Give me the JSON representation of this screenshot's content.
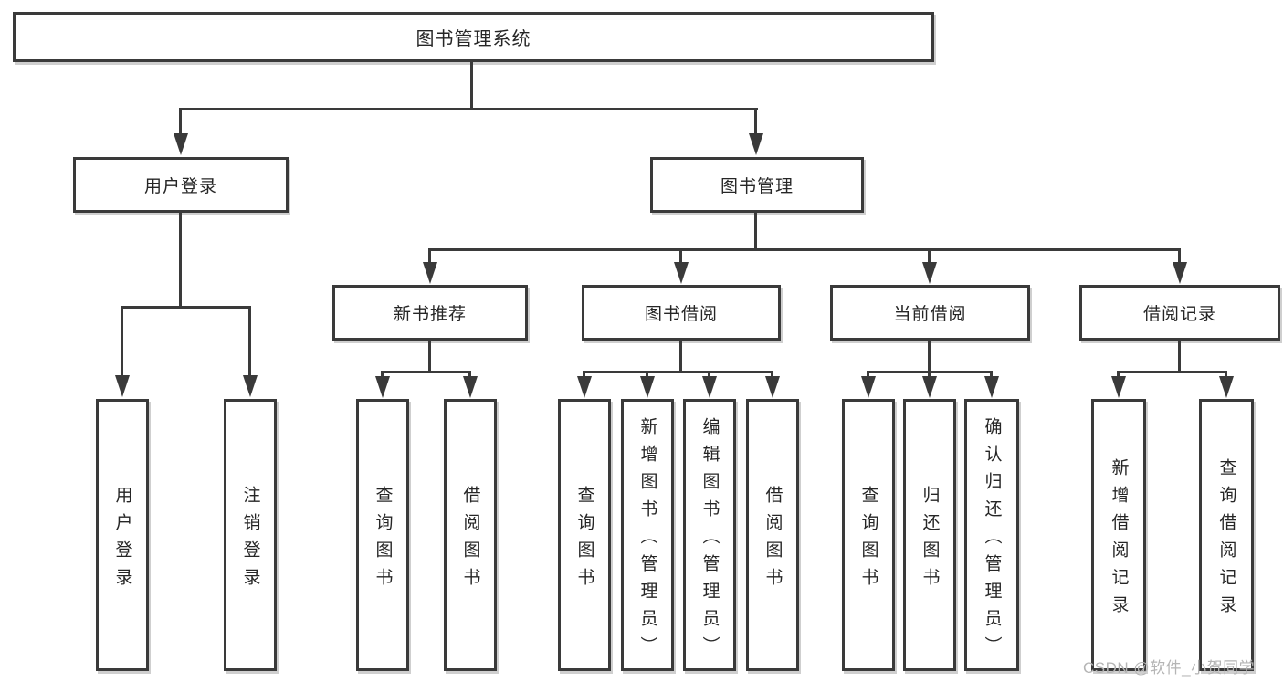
{
  "tree": {
    "root": "图书管理系统",
    "branches": [
      {
        "label": "用户登录",
        "children": [
          "用户登录",
          "注销登录"
        ]
      },
      {
        "label": "图书管理",
        "groups": [
          {
            "label": "新书推荐",
            "children": [
              "查询图书",
              "借阅图书"
            ]
          },
          {
            "label": "图书借阅",
            "children": [
              "查询图书",
              "新增图书（管理员）",
              "编辑图书（管理员）",
              "借阅图书"
            ]
          },
          {
            "label": "当前借阅",
            "children": [
              "查询图书",
              "归还图书",
              "确认归还（管理员）"
            ]
          },
          {
            "label": "借阅记录",
            "children": [
              "新增借阅记录",
              "查询借阅记录"
            ]
          }
        ]
      }
    ]
  },
  "watermark": "CSDN @软件_小贺同学",
  "colors": {
    "line": "#3a3a3a",
    "text": "#262626",
    "background": "#ffffff",
    "watermark": "#b5b5b5",
    "shadow": "#cfcfcf"
  }
}
